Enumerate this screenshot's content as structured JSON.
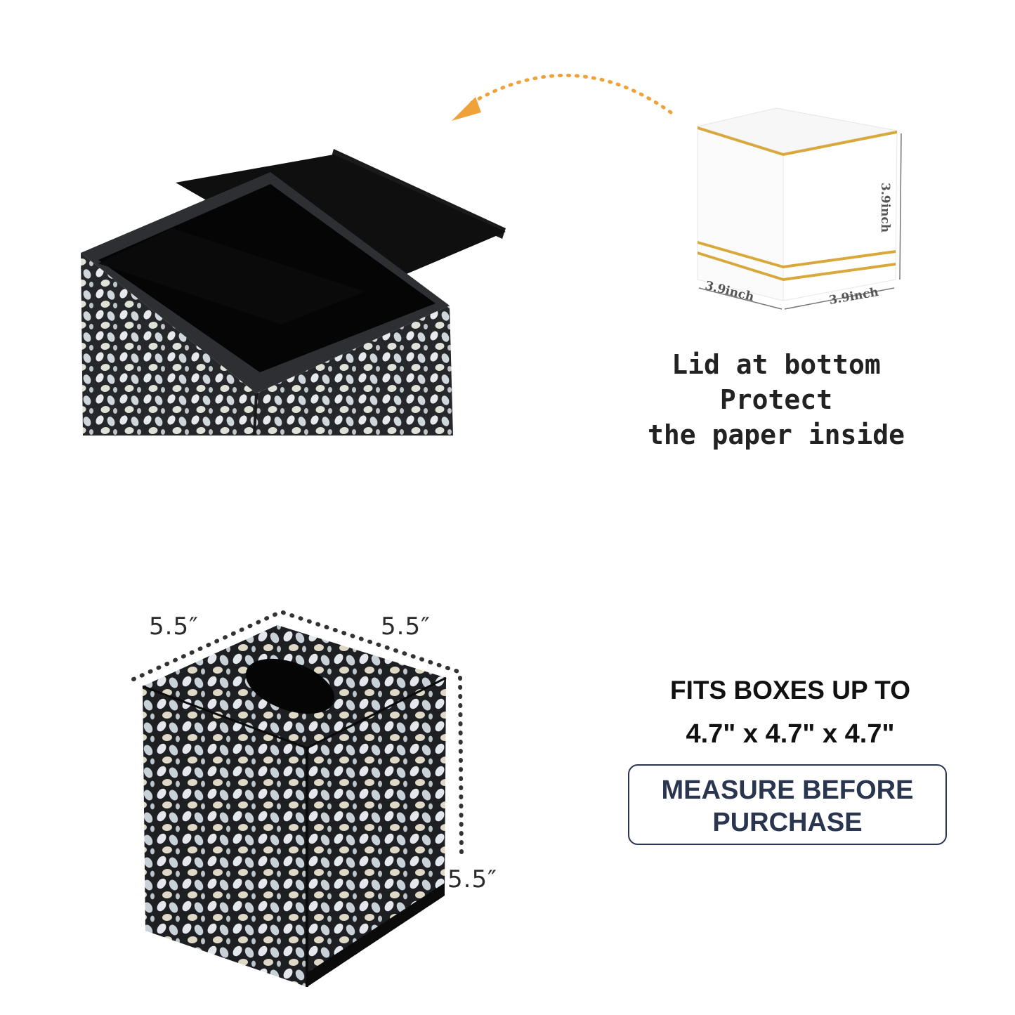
{
  "top": {
    "refill_dims": {
      "height": "3.9inch",
      "depth": "3.9inch",
      "width": "3.9inch"
    },
    "lid_caption": [
      "Lid at bottom",
      "Protect",
      "the paper inside"
    ]
  },
  "bottom": {
    "product_dims": {
      "left": "5.5″",
      "right": "5.5″",
      "height": "5.5″"
    },
    "fits_line1": "FITS BOXES UP TO",
    "fits_line2": "4.7\" x 4.7\" x 4.7\"",
    "measure_line1": "MEASURE BEFORE",
    "measure_line2": "PURCHASE"
  },
  "colors": {
    "arrow": "#f0a23a",
    "gold_band": "#d8a83a",
    "box_black": "#111111",
    "measure_border": "#2a3550"
  }
}
